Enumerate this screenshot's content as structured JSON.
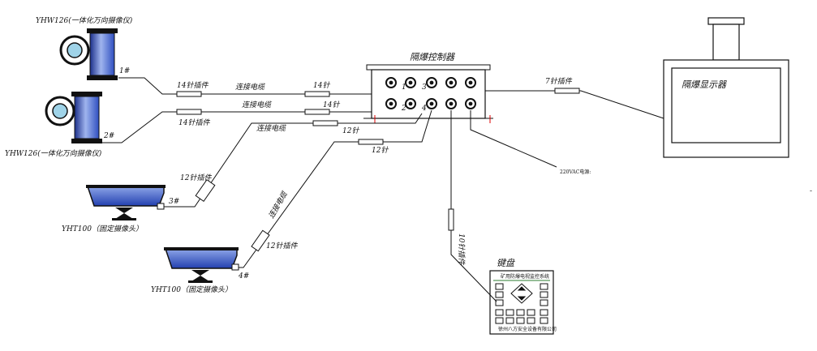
{
  "camera_ptz_1": {
    "model": "YHW126(一体化万向摄像仪)",
    "tag": "1#"
  },
  "camera_ptz_2": {
    "model": "YHW126(一体化万向摄像仪)",
    "tag": "2#"
  },
  "camera_fixed_3": {
    "model": "YHT100（固定摄像头）",
    "tag": "3#"
  },
  "camera_fixed_4": {
    "model": "YHT100（固定摄像头）",
    "tag": "4#"
  },
  "controller": {
    "title": "隔爆控制器",
    "ports": [
      "1",
      "2",
      "3",
      "4"
    ]
  },
  "display": {
    "title": "隔爆显示器"
  },
  "keyboard": {
    "title": "键盘",
    "panel_title": "矿用防爆电视监控系统",
    "panel_footer": "徐州八方安全设备有限公司"
  },
  "connectors": {
    "pin14_plug_1": "14针插件",
    "pin14_plug_2": "14针插件",
    "pin14_1": "14针",
    "pin14_2": "14针",
    "cable_1": "连接电缆",
    "cable_2": "连接电缆",
    "cable_3": "连接电缆",
    "cable_4": "连接电缆",
    "pin12_plug_3": "12针插件",
    "pin12_plug_4": "12针插件",
    "pin12_3": "12针",
    "pin12_4": "12针",
    "pin7_plug": "7针插件",
    "pin10_plug": "10针插件",
    "power": "220VAC电源:"
  },
  "colors": {
    "line": "#111111",
    "camera_body": "#2f4fc0",
    "camera_highlight": "#9fb4ee",
    "keyboard_accent": "#2e7d32"
  }
}
